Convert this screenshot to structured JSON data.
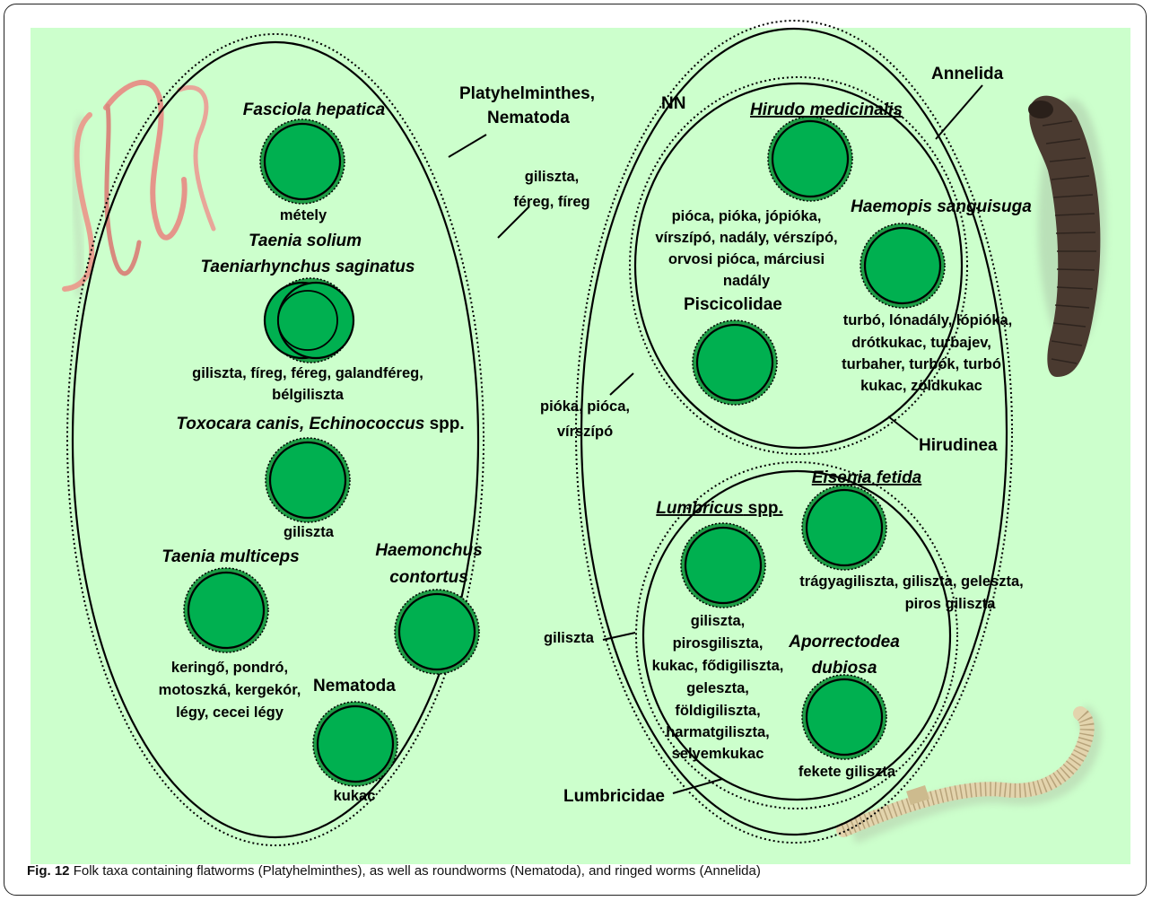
{
  "caption": {
    "label": "Fig. 12",
    "text": "Folk taxa containing flatworms (Platyhelminthes), as well as roundworms (Nematoda), and ringed worms (Annelida)"
  },
  "groups": {
    "platy": "Platyhelminthes,",
    "nematoda_line": "Nematoda",
    "annelida": "Annelida",
    "nn": "NN",
    "hirudinea": "Hirudinea",
    "lumbricidae": "Lumbricidae",
    "piscicolidae": "Piscicolidae",
    "nematoda_small": "Nematoda"
  },
  "folk": {
    "platy_names": [
      "giliszta,",
      "féreg, fíreg"
    ],
    "annelida_names": [
      "pióka, pióca,",
      "vírszípó"
    ],
    "lumbricidae_name": "giliszta"
  },
  "taxa": {
    "fasciola": {
      "name": "Fasciola hepatica",
      "folk": [
        "mételу"
      ]
    },
    "taenia": {
      "name1": "Taenia solium",
      "name2": "Taeniarhynchus saginatus",
      "folk": [
        "giliszta, fíreg, féreg, galandféreg,",
        "bélgiliszta"
      ]
    },
    "toxocara": {
      "name": "Toxocara canis, Echinococcus",
      "suffix": " spp.",
      "folk": [
        "giliszta"
      ]
    },
    "multiceps": {
      "name": "Taenia multiceps",
      "folk": [
        "keringő, pondró,",
        "motoszká, kergekór,",
        "légy, cecei légy"
      ]
    },
    "haemonchus": {
      "name1": "Haemonchus",
      "name2": "contortus"
    },
    "nematoda": {
      "folk": [
        "kukac"
      ]
    },
    "hirudo": {
      "name": "Hirudo medicinalis",
      "folk": [
        "pióca, pióka, jópióka,",
        "vírszípó, nadály, vérszípó,",
        "orvosi pióca, márciusi",
        "nadály"
      ]
    },
    "haemopis": {
      "name": "Haemopis sanguisuga",
      "folk": [
        "turbó, lónadály, lópióka,",
        "drótkukac, turbajev,",
        "turbaher, turbók, turbó",
        "kukac, zöldkukac"
      ]
    },
    "eisenia": {
      "name": "Eisenia fetida",
      "folk": [
        "trágyagiliszta, giliszta, geleszta,",
        "piros giliszta"
      ]
    },
    "lumbricus": {
      "name": "Lumbricus",
      "suffix": " spp.",
      "folk": [
        "giliszta,",
        "pirosgiliszta,",
        "kukac, fődigiliszta,",
        "geleszta,",
        "földigiliszta,",
        "harmatgiliszta,",
        "selyemkukac"
      ]
    },
    "aporrectodea": {
      "name1": "Aporrectodea",
      "name2": "dubiosa",
      "folk": [
        "fekete giliszta"
      ]
    }
  },
  "colors": {
    "background": "#ccffcc",
    "taxon_fill": "#00b050",
    "taxon_ring": "#1e9e46"
  },
  "illustrations": [
    "roundworm-illustration",
    "leech-illustration",
    "earthworm-illustration"
  ]
}
